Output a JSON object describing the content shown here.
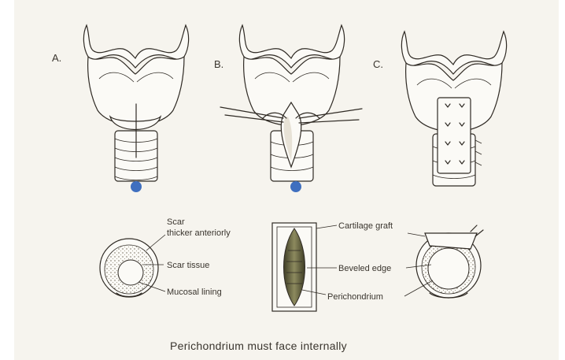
{
  "panels": {
    "a": {
      "letter": "A."
    },
    "b": {
      "letter": "B."
    },
    "c": {
      "letter": "C."
    }
  },
  "callouts": {
    "scar_thicker_line1": "Scar",
    "scar_thicker_line2": "thicker anteriorly",
    "scar_tissue": "Scar tissue",
    "mucosal_lining": "Mucosal lining",
    "cartilage_graft": "Cartilage graft",
    "beveled_edge": "Beveled edge",
    "perichondrium": "Perichondrium"
  },
  "caption": "Perichondrium must face internally",
  "colors": {
    "ink": "#2f2a24",
    "paper": "#f6f4ee",
    "marker": "#3f6fbf",
    "graft_green": "#5b5a3a"
  }
}
